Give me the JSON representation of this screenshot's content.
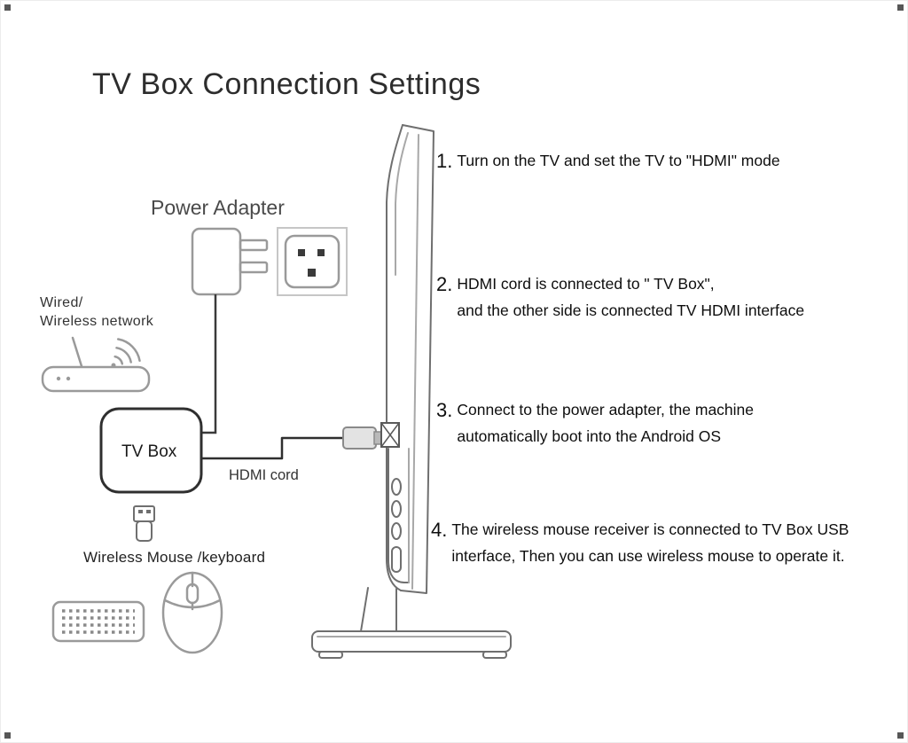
{
  "title": "TV Box Connection Settings",
  "labels": {
    "power_adapter": "Power Adapter",
    "network_line1": "Wired/",
    "network_line2": "Wireless network",
    "tv_box": "TV Box",
    "hdmi_cord": "HDMI cord",
    "wireless_mouse_keyboard": "Wireless Mouse /keyboard"
  },
  "steps": [
    {
      "number": "1.",
      "lines": [
        "Turn on the TV and set the TV to \"HDMI\" mode"
      ]
    },
    {
      "number": "2.",
      "lines": [
        "HDMI cord is connected to \" TV Box\",",
        "and the other side is connected TV HDMI interface"
      ]
    },
    {
      "number": "3.",
      "lines": [
        "Connect to the power adapter, the machine",
        "automatically boot into the Android OS"
      ]
    },
    {
      "number": "4.",
      "lines": [
        "The wireless mouse receiver is connected to TV Box USB",
        "interface, Then you can use wireless mouse to operate it."
      ]
    }
  ],
  "icons": {
    "tv": "tv-side-view-icon",
    "power_adapter": "power-adapter-icon",
    "wall_outlet": "wall-outlet-icon",
    "router": "wifi-router-icon",
    "wifi": "wifi-signal-icon",
    "tv_box": "tv-box-icon",
    "hdmi_plug": "hdmi-plug-icon",
    "hdmi_port": "hdmi-port-icon",
    "usb_receiver": "usb-receiver-icon",
    "keyboard": "keyboard-icon",
    "mouse": "mouse-icon"
  },
  "colors": {
    "background": "#ffffff",
    "line_art_light": "#9a9a9a",
    "line_art_medium": "#6f6f6f",
    "line_art_dark": "#2f2f2f",
    "text": "#0e0e0e",
    "label_text": "#4a4a4a"
  }
}
